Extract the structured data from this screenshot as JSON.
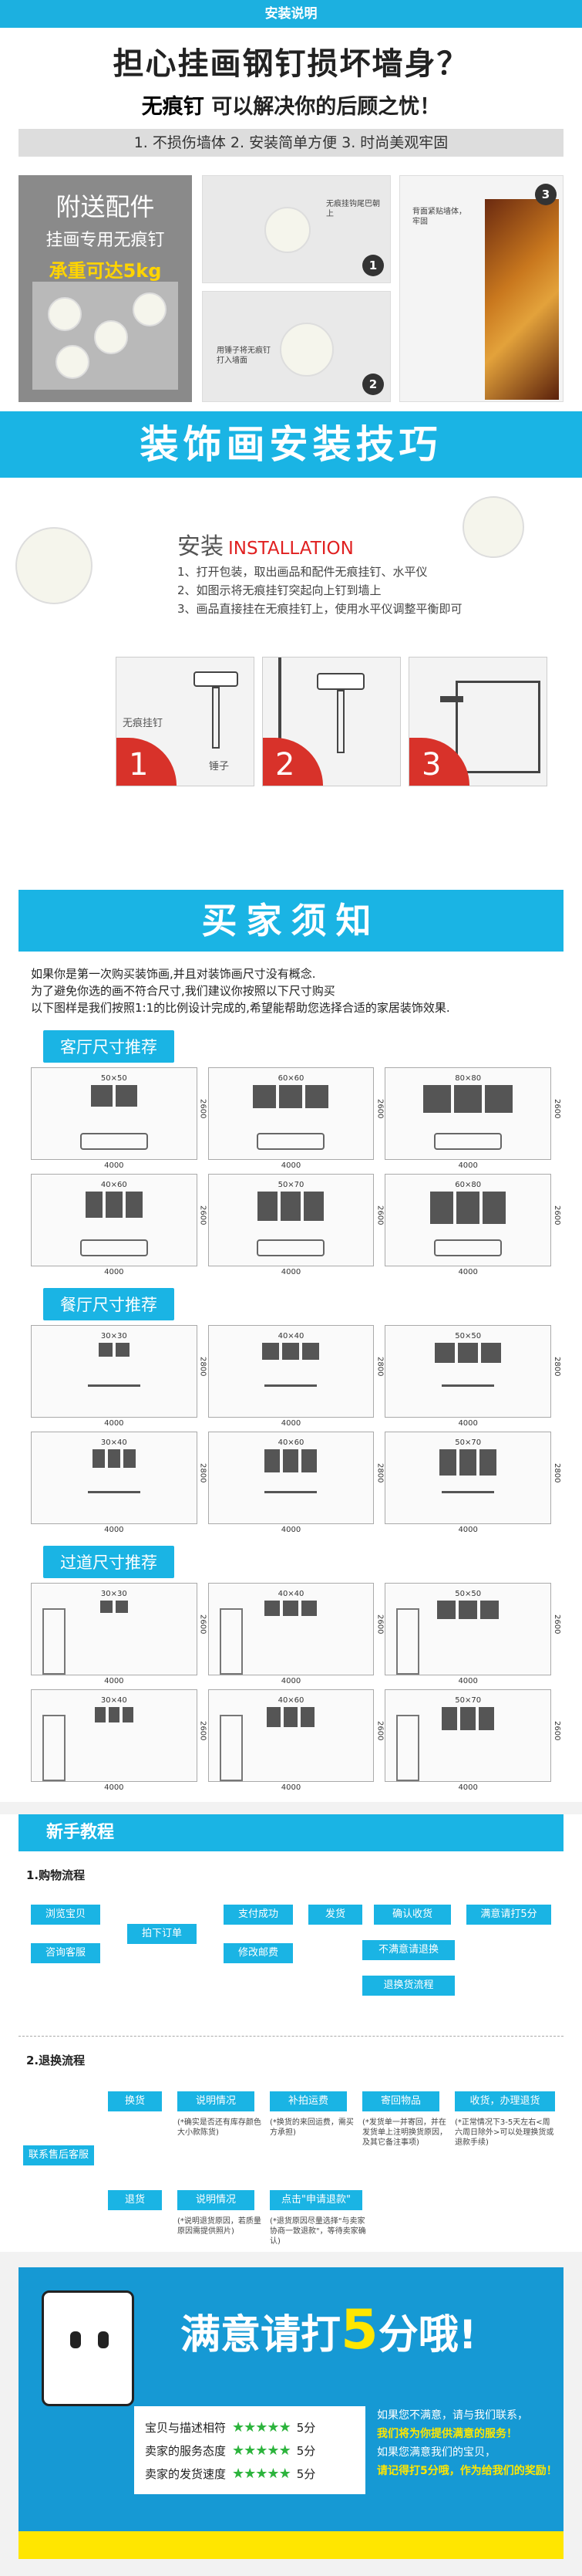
{
  "header": {
    "title": "安装说明"
  },
  "intro": {
    "headline": "担心挂画钢钉损坏墙身？",
    "sub_bold": "无痕钉",
    "sub_rest": "可以解决你的后顾之忧！",
    "features": "1. 不损伤墙体  2. 安装简单方便  3. 时尚美观牢固"
  },
  "gift": {
    "title": "附送配件",
    "subtitle": "挂画专用无痕钉",
    "weight": "承重可达5kg"
  },
  "photos": {
    "p1_cap": "无痕挂钩尾巴朝上",
    "p1_num": "1",
    "p2_cap": "用锤子将无痕钉打入墙面",
    "p2_num": "2",
    "p3_cap": "背面紧贴墙体，牢固",
    "p3_num": "3"
  },
  "skills": {
    "banner": "装饰画安装技巧",
    "install_cn": "安装",
    "install_en": "INSTALLATION",
    "steps": [
      "1、打开包装，取出画品和配件无痕挂钉、水平仪",
      "2、如图示将无痕挂钉突起向上钉到墙上",
      "3、画品直接挂在无痕挂钉上，使用水平仪调整平衡即可"
    ],
    "tools": [
      {
        "num": "1",
        "label1": "无痕挂钉",
        "label2": "锤子"
      },
      {
        "num": "2"
      },
      {
        "num": "3"
      }
    ]
  },
  "buyer": {
    "banner": "买家须知",
    "lines": [
      "如果你是第一次购买装饰画,并且对装饰画尺寸没有概念.",
      "为了避免你选的画不符合尺寸,我们建议你按照以下尺寸购买",
      "以下图样是我们按照1:1的比例设计完成的,希望能帮助您选择合适的家居装饰效果."
    ],
    "living": {
      "tag": "客厅尺寸推荐",
      "rooms": [
        {
          "size": "50×50",
          "width": "4000",
          "height": "2600"
        },
        {
          "size": "60×60",
          "width": "4000",
          "height": "2600"
        },
        {
          "size": "80×80",
          "width": "4000",
          "height": "2600"
        },
        {
          "size": "40×60",
          "width": "4000",
          "height": "2600"
        },
        {
          "size": "50×70",
          "width": "4000",
          "height": "2600"
        },
        {
          "size": "60×80",
          "width": "4000",
          "height": "2600"
        }
      ]
    },
    "dining": {
      "tag": "餐厅尺寸推荐",
      "rooms": [
        {
          "size": "30×30",
          "width": "4000",
          "height": "2800"
        },
        {
          "size": "40×40",
          "width": "4000",
          "height": "2800"
        },
        {
          "size": "50×50",
          "width": "4000",
          "height": "2800"
        },
        {
          "size": "30×40",
          "width": "4000",
          "height": "2800"
        },
        {
          "size": "40×60",
          "width": "4000",
          "height": "2800"
        },
        {
          "size": "50×70",
          "width": "4000",
          "height": "2800"
        }
      ]
    },
    "hallway": {
      "tag": "过道尺寸推荐",
      "rooms": [
        {
          "size": "30×30",
          "width": "4000",
          "height": "2600"
        },
        {
          "size": "40×40",
          "width": "4000",
          "height": "2600"
        },
        {
          "size": "50×50",
          "width": "4000",
          "height": "2600"
        },
        {
          "size": "30×40",
          "width": "4000",
          "height": "2600"
        },
        {
          "size": "40×60",
          "width": "4000",
          "height": "2600"
        },
        {
          "size": "50×70",
          "width": "4000",
          "height": "2600"
        }
      ]
    }
  },
  "tutorial": {
    "banner": "新手教程",
    "purchase": {
      "title": "1.购物流程",
      "browse": "浏览宝贝",
      "consult": "咨询客服",
      "order": "拍下订单",
      "pay_ok": "支付成功",
      "edit_price": "修改邮费",
      "ship": "发货",
      "confirm": "确认收货",
      "five_star": "满意请打5分",
      "unhappy": "不满意请退换",
      "return_flow": "退换货流程"
    },
    "returns": {
      "title": "2.退换流程",
      "contact": "联系售后客服",
      "exchange": "换货",
      "refund": "退货",
      "explain": "说明情况",
      "explain2": "说明情况",
      "postage": "补拍运费",
      "send_back": "寄回物品",
      "receive": "收货，办理退货",
      "claim": "点击\"申请退款\"",
      "note1": "(*确实是否还有库存颜色大小款陈货)",
      "note2": "(*换货的来回运费，需买方承担)",
      "note3": "(*发货单一并寄回，并在发货单上注明换货原因，及其它备注事项)",
      "note4": "(*正常情况下3-5天左右<周六周日除外>可以处理换货或退款手续)",
      "note5": "(*说明退货原因，若质量原因需提供照片)",
      "note6": "(*退货原因尽量选择\"与卖家协商一致退款\"，等待卖家确认)"
    }
  },
  "rating": {
    "headline_pre": "满意请打",
    "headline_num": "5",
    "headline_post": "分哦!",
    "rows": [
      {
        "label": "宝贝与描述相符",
        "stars": "★★★★★",
        "score": "5分"
      },
      {
        "label": "卖家的服务态度",
        "stars": "★★★★★",
        "score": "5分"
      },
      {
        "label": "卖家的发货速度",
        "stars": "★★★★★",
        "score": "5分"
      }
    ],
    "cta_lines": [
      "如果您不满意，请与我们联系，",
      "我们将为你提供满意的服务！",
      "如果您满意我们的宝贝，",
      "请记得打5分哦，作为给我们的奖励！"
    ]
  }
}
